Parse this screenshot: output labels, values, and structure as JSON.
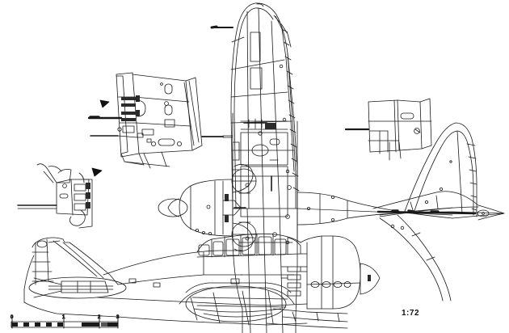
{
  "document": {
    "type": "technical-line-drawing",
    "subject": "single-engine carrier aircraft three-view",
    "background_color": "#ffffff",
    "line_color": "#1a1a1a",
    "scale_ratio_label": "1:72"
  },
  "scale_bar": {
    "name": "metric scale bar",
    "ticks": [
      "0",
      "1",
      "2",
      "3"
    ],
    "unit_hint": "m",
    "segment_count": 3
  },
  "views": [
    {
      "id": "plan-view",
      "label": "plan view (underside)",
      "description": "full aircraft seen from below, wings spread, engine cowling, tail unit"
    },
    {
      "id": "side-view",
      "label": "side view (port)",
      "description": "full aircraft profile with canopy, cowling, spinner, fin and rudder"
    },
    {
      "id": "wing-detail-left",
      "label": "port wing armament detail",
      "description": "inset showing wing gun bay, barrels and access panels"
    },
    {
      "id": "wing-detail-right",
      "label": "starboard wing panel detail",
      "description": "inset showing wing panel lines and pitot"
    },
    {
      "id": "tail-detail",
      "label": "tail unit detail",
      "description": "inset of fin, rudder and tail wheel arrangement"
    }
  ],
  "annotations": [
    {
      "id": "arrow-a",
      "glyph": "▲",
      "meaning": "detail-callout-arrow"
    },
    {
      "id": "arrow-b",
      "glyph": "▲",
      "meaning": "detail-callout-arrow"
    }
  ]
}
